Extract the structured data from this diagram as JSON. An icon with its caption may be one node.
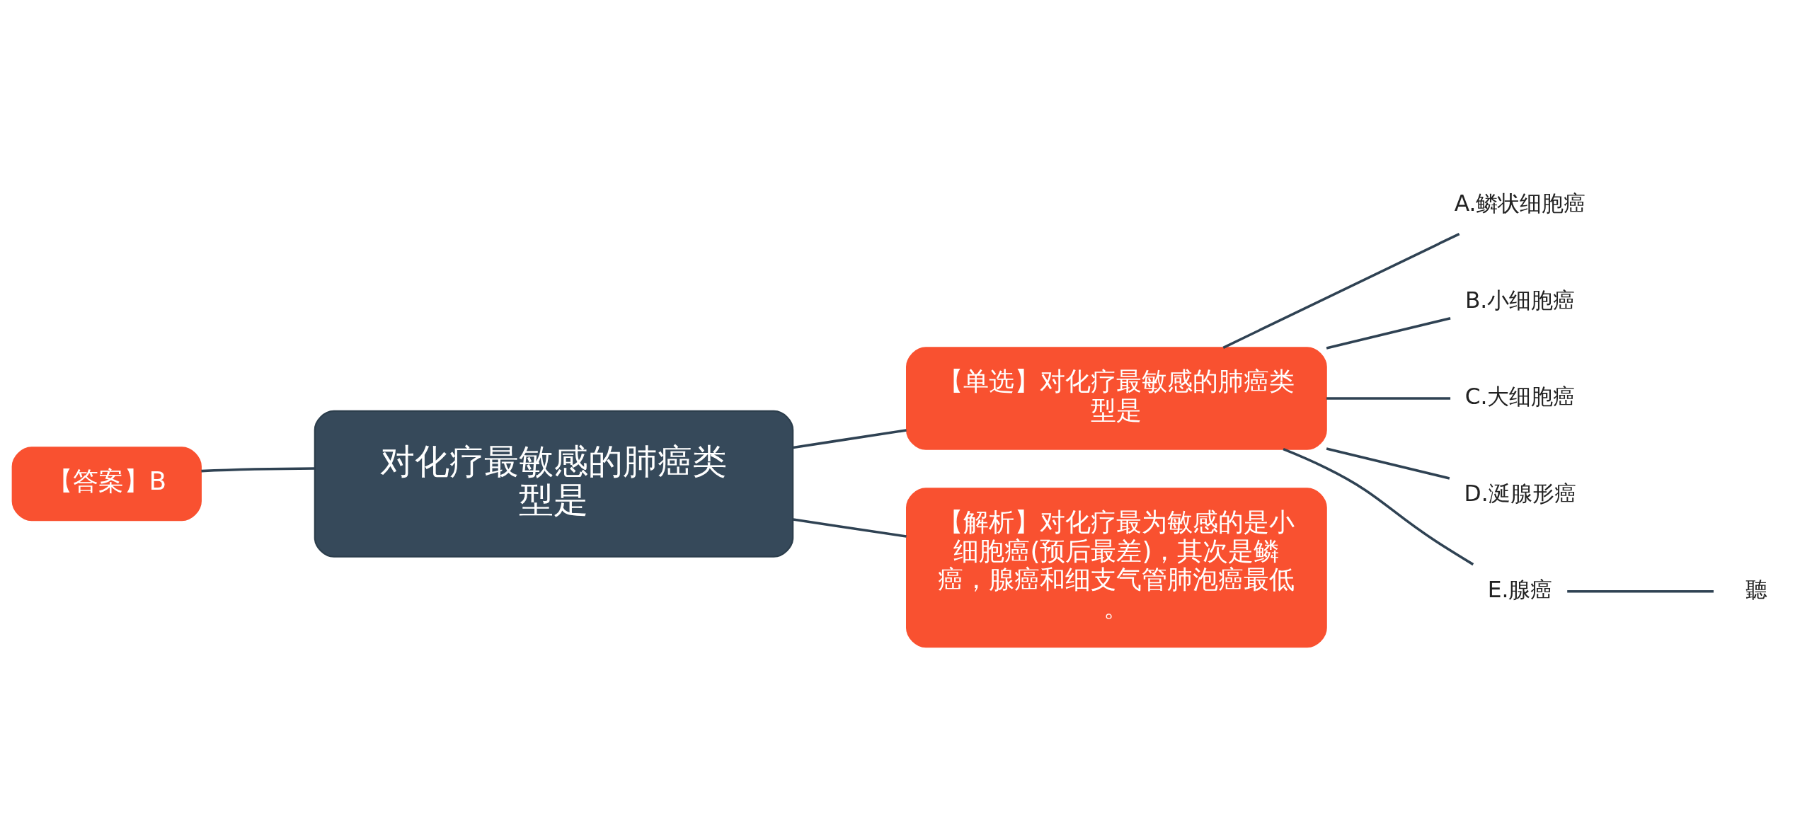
{
  "diagram": {
    "nodes": [
      {
        "text": [
          "对化疗最敏感的肺癌类型是"
        ]
      },
      {
        "text": [
          "【答案】B"
        ]
      },
      {
        "text": [
          "【单选】对化疗最敏感的肺癌类型是"
        ]
      },
      {
        "text": [
          "A.鳞状细胞癌"
        ]
      },
      {
        "text": [
          "B.小细胞癌"
        ]
      },
      {
        "text": [
          "C.大细胞癌"
        ]
      },
      {
        "text": [
          "D.涎腺形癌"
        ]
      },
      {
        "text": [
          "E.腺癌"
        ]
      },
      {
        "text": [
          "聽"
        ]
      },
      {
        "text": [
          "【解析】对化疗最为敏感的是小细胞癌(预后最差)，其次是鳞癌，腺癌和细支气管肺泡癌最低。"
        ]
      }
    ],
    "edges": [
      {
        "from": 0,
        "to": 1,
        "arrow": "none"
      },
      {
        "from": 0,
        "to": 2,
        "arrow": "none"
      },
      {
        "from": 2,
        "to": 3,
        "arrow": "none"
      },
      {
        "from": 2,
        "to": 4,
        "arrow": "none"
      },
      {
        "from": 2,
        "to": 5,
        "arrow": "none"
      },
      {
        "from": 2,
        "to": 6,
        "arrow": "none"
      },
      {
        "from": 2,
        "to": 7,
        "arrow": "none"
      },
      {
        "from": 7,
        "to": 8,
        "arrow": "none"
      },
      {
        "from": 0,
        "to": 9,
        "arrow": "none"
      }
    ]
  }
}
